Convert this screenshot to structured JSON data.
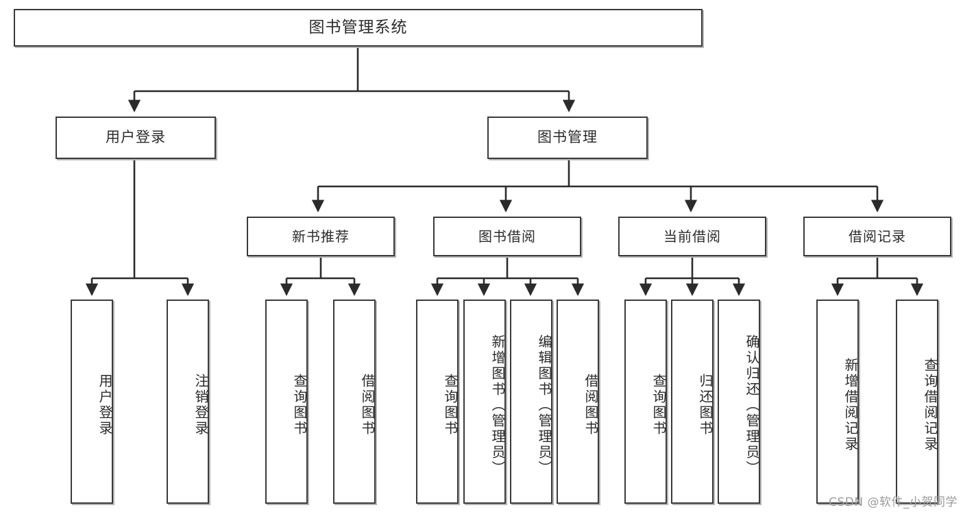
{
  "diagram": {
    "title": "图书管理系统",
    "type": "tree",
    "watermark": "CSDN @软件_小贺同学",
    "colors": {
      "node_border": "#3a3a3a",
      "node_fill": "#ffffff",
      "edge": "#2b2b2b",
      "background": "#ffffff",
      "watermark": "#9b9b9b"
    },
    "nodes": {
      "root": {
        "label": "图书管理系统"
      },
      "level1": [
        {
          "id": "user-login",
          "label": "用户登录"
        },
        {
          "id": "book-manage",
          "label": "图书管理"
        }
      ],
      "level2": [
        {
          "id": "new-book-recommend",
          "label": "新书推荐",
          "parent": "book-manage"
        },
        {
          "id": "book-borrow",
          "label": "图书借阅",
          "parent": "book-manage"
        },
        {
          "id": "current-borrow",
          "label": "当前借阅",
          "parent": "book-manage"
        },
        {
          "id": "borrow-record",
          "label": "借阅记录",
          "parent": "book-manage"
        }
      ],
      "leaves": [
        {
          "id": "leaf-user-login",
          "label": "用户登录",
          "parent": "user-login"
        },
        {
          "id": "leaf-logout",
          "label": "注销登录",
          "parent": "user-login"
        },
        {
          "id": "leaf-query-book-1",
          "label": "查询图书",
          "parent": "new-book-recommend"
        },
        {
          "id": "leaf-borrow-book-1",
          "label": "借阅图书",
          "parent": "new-book-recommend"
        },
        {
          "id": "leaf-query-book-2",
          "label": "查询图书",
          "parent": "book-borrow"
        },
        {
          "id": "leaf-add-book",
          "label": "新增图书（管理员）",
          "parent": "book-borrow"
        },
        {
          "id": "leaf-edit-book",
          "label": "编辑图书（管理员）",
          "parent": "book-borrow"
        },
        {
          "id": "leaf-borrow-book-2",
          "label": "借阅图书",
          "parent": "book-borrow"
        },
        {
          "id": "leaf-query-book-3",
          "label": "查询图书",
          "parent": "current-borrow"
        },
        {
          "id": "leaf-return-book",
          "label": "归还图书",
          "parent": "current-borrow"
        },
        {
          "id": "leaf-confirm-return",
          "label": "确认归还（管理员）",
          "parent": "current-borrow"
        },
        {
          "id": "leaf-add-record",
          "label": "新增借阅记录",
          "parent": "borrow-record"
        },
        {
          "id": "leaf-query-record",
          "label": "查询借阅记录",
          "parent": "borrow-record"
        }
      ]
    }
  }
}
